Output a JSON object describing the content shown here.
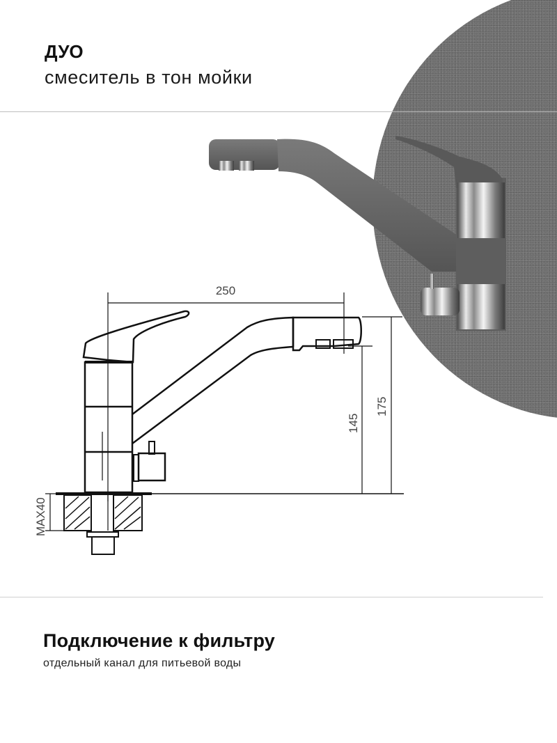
{
  "header": {
    "title": "ДУО",
    "subtitle": "смеситель в тон мойки"
  },
  "drawing": {
    "dimensions": {
      "spout_reach": "250",
      "aerator_height": "145",
      "total_height": "175",
      "max_countertop": "MAX40"
    },
    "colors": {
      "granite": "#6e6e6e",
      "chrome": "#c8c8c8",
      "line": "#111111",
      "dim_text": "#444444"
    }
  },
  "footer": {
    "title": "Подключение к фильтру",
    "subtitle": "отдельный канал для питьевой воды"
  }
}
